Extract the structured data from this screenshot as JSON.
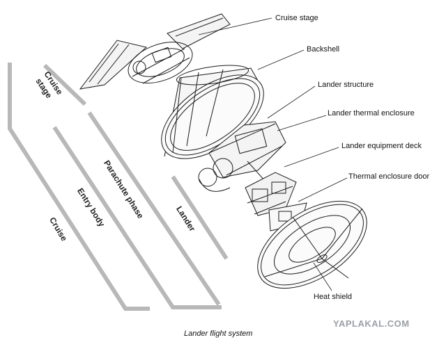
{
  "labels": {
    "cruise_stage": "Cruise stage",
    "backshell": "Backshell",
    "lander_structure": "Lander structure",
    "lander_thermal_enclosure": "Lander thermal enclosure",
    "lander_equipment_deck": "Lander equipment deck",
    "thermal_enclosure_door": "Thermal enclosure door",
    "heat_shield": "Heat shield"
  },
  "phases": {
    "cruise_stage_line1": "Cruise",
    "cruise_stage_line2": "stage",
    "cruise": "Cruise",
    "entry_body": "Entry body",
    "parachute_phase": "Parachute phase",
    "lander": "Lander"
  },
  "caption": "Lander flight system",
  "watermark": "YAPLAKAL.COM",
  "colors": {
    "bracket": "#b8b8b8",
    "line": "#1a1a1a"
  }
}
